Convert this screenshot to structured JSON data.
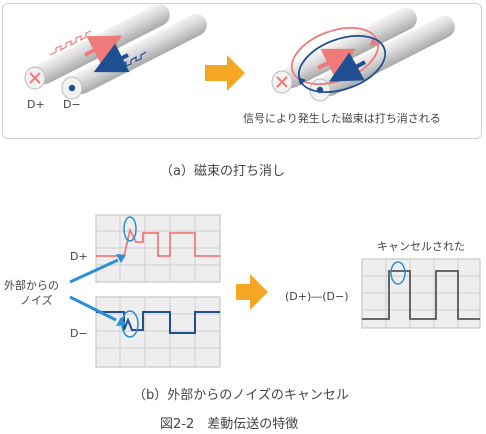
{
  "panel_a": {
    "caption": "（a）磁束の打ち消し",
    "wire_label_plus": "D+",
    "wire_label_minus": "D−",
    "annotation": "信号により発生した磁束は打ち消される"
  },
  "panel_b": {
    "caption": "（b）外部からのノイズのキャンセル",
    "noise_label": "外部からの\nノイズ",
    "noise_line1": "外部からの",
    "noise_line2": "ノイズ",
    "dplus_label": "D+",
    "dminus_label": "D−",
    "formula": "(D+)―(D−)",
    "result_label": "キャンセルされた"
  },
  "figure_caption": "図2-2　差動伝送の特徴",
  "colors": {
    "pink": "#f07a7a",
    "navy": "#1f4f93",
    "blue": "#2a8fd6",
    "orange": "#f5a623",
    "grid_bg": "#eeeeee",
    "grid_line": "#c8c8c8",
    "result_line": "#555555"
  }
}
